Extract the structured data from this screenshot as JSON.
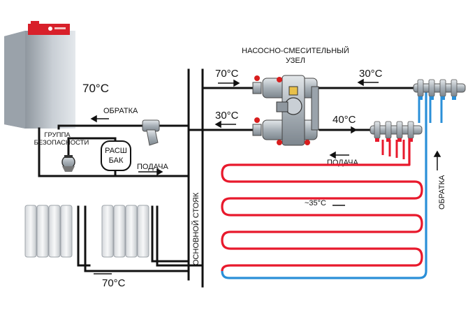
{
  "diagram": {
    "title_line1": "НАСОСНО-СМЕСИТЕЛЬНЫЙ",
    "title_line2": "УЗЕЛ",
    "boiler_temp": "70°C",
    "return_label": "ОБРАТКА",
    "safety_group_line1": "ГРУППА",
    "safety_group_line2": "БЕЗОПАСНОСТИ",
    "tank_line1": "РАСШ",
    "tank_line2": "БАК",
    "supply_label_left": "ПОДАЧА",
    "main_riser_label": "ОСНОВНОЙ СТОЯК",
    "mixer_in_temp": "70°C",
    "mixer_return_temp": "30°C",
    "floor_return_temp": "30°C",
    "floor_supply_temp": "40°C",
    "supply_label_right": "ПОДАЧА",
    "floor_temp": "~35°C",
    "return_label_vertical": "ОБРАТКА",
    "radiator_temp": "70°C"
  },
  "colors": {
    "pipe": "#111111",
    "hot": "#e8192c",
    "cold": "#2a8fd8",
    "boiler_body": "#b9c0c8",
    "boiler_top": "#d8202a",
    "valve_red": "#d81e1e",
    "fitting": "#9aa3ab"
  },
  "icons": [
    "boiler-icon",
    "radiator-icon",
    "manifold-icon",
    "pump-icon",
    "valve-icon",
    "filter-icon",
    "expansion-tank-icon",
    "safety-group-icon",
    "arrow-icon"
  ]
}
